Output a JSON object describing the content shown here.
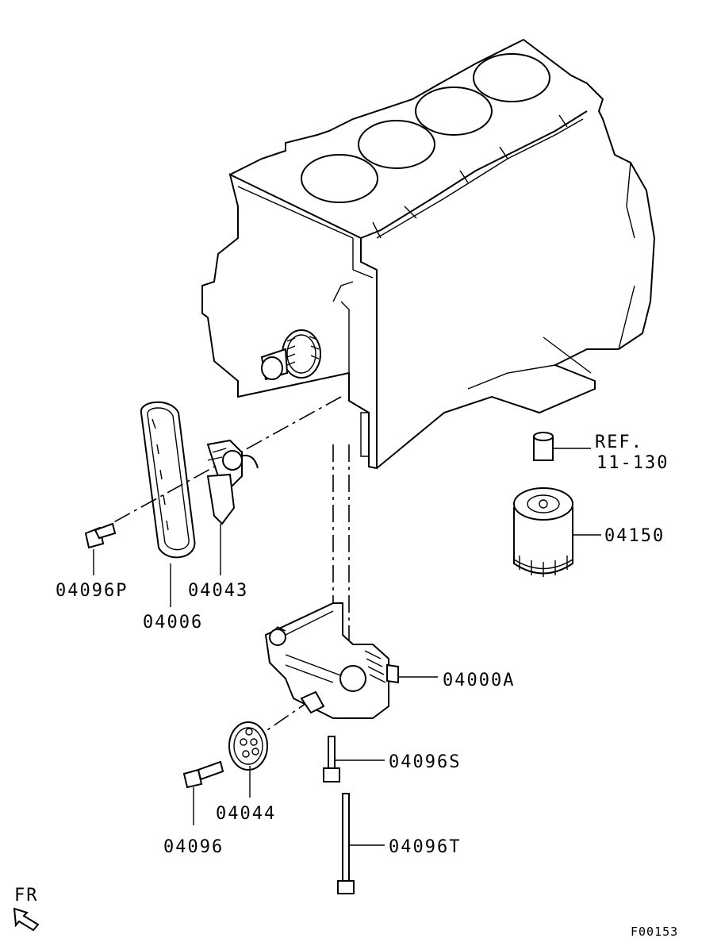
{
  "labels": {
    "ref_line1": "REF.",
    "ref_line2": "11-130",
    "oil_filter": "04150",
    "bolt_p": "04096P",
    "tensioner": "04043",
    "chain": "04006",
    "oil_pump": "04000A",
    "bolt_s": "04096S",
    "bolt": "04096",
    "sprocket": "04044",
    "bolt_t": "04096T",
    "fr": "FR",
    "figure_code": "F00153"
  }
}
